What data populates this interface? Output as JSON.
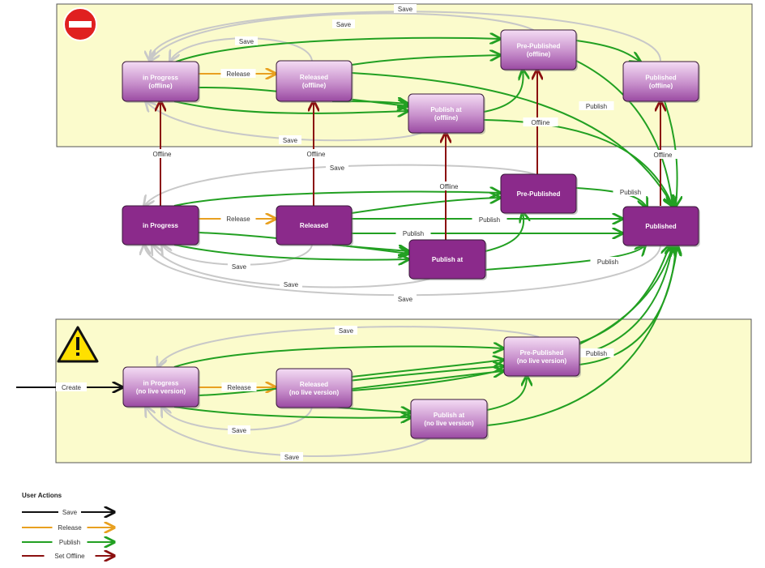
{
  "colors": {
    "save": "#c8c8c8",
    "release": "#e8a020",
    "publish": "#22a022",
    "offline": "#8b1010",
    "node_dark": "#8b2a8b",
    "node_light_top": "#f2d4f2",
    "node_light_bottom": "#a050a8",
    "region_bg": "#fbfbcc"
  },
  "icons": {
    "offline_region": "no-entry-icon",
    "no_live_region": "warning-icon"
  },
  "nodes": {
    "in_progress_offline": {
      "line1": "in Progress",
      "line2": "(offline)"
    },
    "released_offline": {
      "line1": "Released",
      "line2": "(offline)"
    },
    "publish_at_offline": {
      "line1": "Publish at",
      "line2": "(offline)"
    },
    "pre_published_offline": {
      "line1": "Pre-Published",
      "line2": "(offline)"
    },
    "published_offline": {
      "line1": "Published",
      "line2": "(offline)"
    },
    "in_progress": {
      "line1": "in Progress"
    },
    "released": {
      "line1": "Released"
    },
    "publish_at": {
      "line1": "Publish at"
    },
    "pre_published": {
      "line1": "Pre-Published"
    },
    "published": {
      "line1": "Published"
    },
    "in_progress_nlv": {
      "line1": "in Progress",
      "line2": "(no live version)"
    },
    "released_nlv": {
      "line1": "Released",
      "line2": "(no live version)"
    },
    "publish_at_nlv": {
      "line1": "Publish at",
      "line2": "(no live version)"
    },
    "pre_published_nlv": {
      "line1": "Pre-Published",
      "line2": "(no live version)"
    }
  },
  "edge_labels": {
    "save": "Save",
    "release": "Release",
    "publish": "Publish",
    "offline": "Offline",
    "create": "Create"
  },
  "legend": {
    "title": "User Actions",
    "items": [
      {
        "label": "Save",
        "kind": "save"
      },
      {
        "label": "Release",
        "kind": "release"
      },
      {
        "label": "Publish",
        "kind": "publish"
      },
      {
        "label": "Set Offline",
        "kind": "offline"
      }
    ]
  }
}
